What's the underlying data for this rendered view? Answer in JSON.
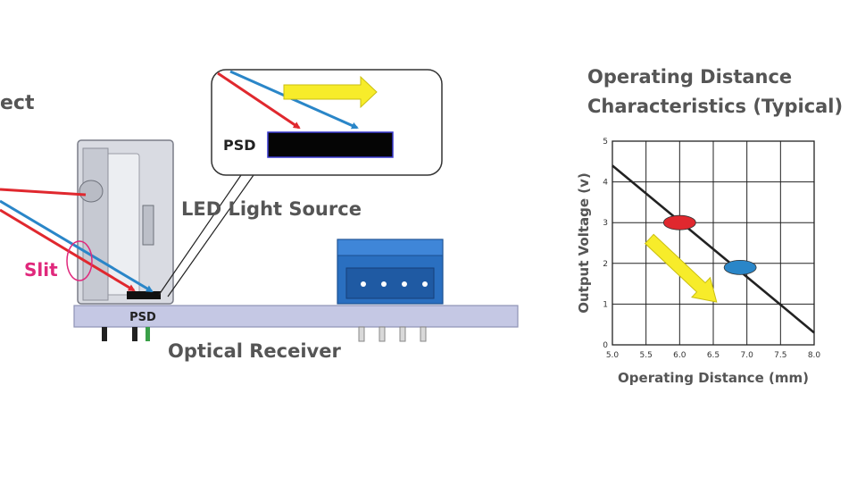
{
  "labels": {
    "object_partial": "ect",
    "led_light_source": "LED Light Source",
    "slit": "Slit",
    "psd_sensor": "PSD",
    "psd_inset": "PSD",
    "optical_receiver": "Optical Receiver"
  },
  "colors": {
    "red_beam": "#e0282e",
    "blue_beam": "#2a86c8",
    "yellow_arrow": "#f7ec2a",
    "slit_highlight": "#e0287c",
    "board": "#c5c8e4",
    "connector": "#2a6fc0",
    "dark_line": "#222222"
  },
  "chart_data": {
    "type": "line",
    "title": "Operating Distance Characteristics (Typical)",
    "title_lines": [
      "Operating Distance",
      "Characteristics (Typical)"
    ],
    "xlabel": "Operating Distance (mm)",
    "ylabel": "Output Voltage (v)",
    "xlim": [
      5.0,
      8.0
    ],
    "ylim": [
      0,
      5
    ],
    "xticks": [
      "5.0",
      "5.5",
      "6.0",
      "6.5",
      "7.0",
      "7.5",
      "8.0"
    ],
    "yticks": [
      "0",
      "1",
      "2",
      "3",
      "4",
      "5"
    ],
    "grid": true,
    "series": [
      {
        "x": [
          5.0,
          8.0
        ],
        "y": [
          4.4,
          0.3
        ]
      }
    ],
    "markers": [
      {
        "x": 6.0,
        "y": 3.0,
        "color": "#e0282e"
      },
      {
        "x": 6.9,
        "y": 1.9,
        "color": "#2a86c8"
      }
    ],
    "trend_arrow": {
      "from": [
        5.55,
        2.6
      ],
      "to": [
        6.55,
        1.05
      ],
      "color": "#f7ec2a"
    }
  }
}
